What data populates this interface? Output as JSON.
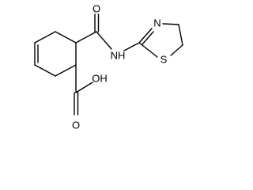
{
  "molecule": {
    "atoms": {
      "amide_oxygen": "O",
      "amide_nitrogen": "NH",
      "ring_nitrogen": "N",
      "ring_sulfur": "S",
      "hydroxyl": "OH",
      "carbonyl_oxygen": "O"
    }
  }
}
